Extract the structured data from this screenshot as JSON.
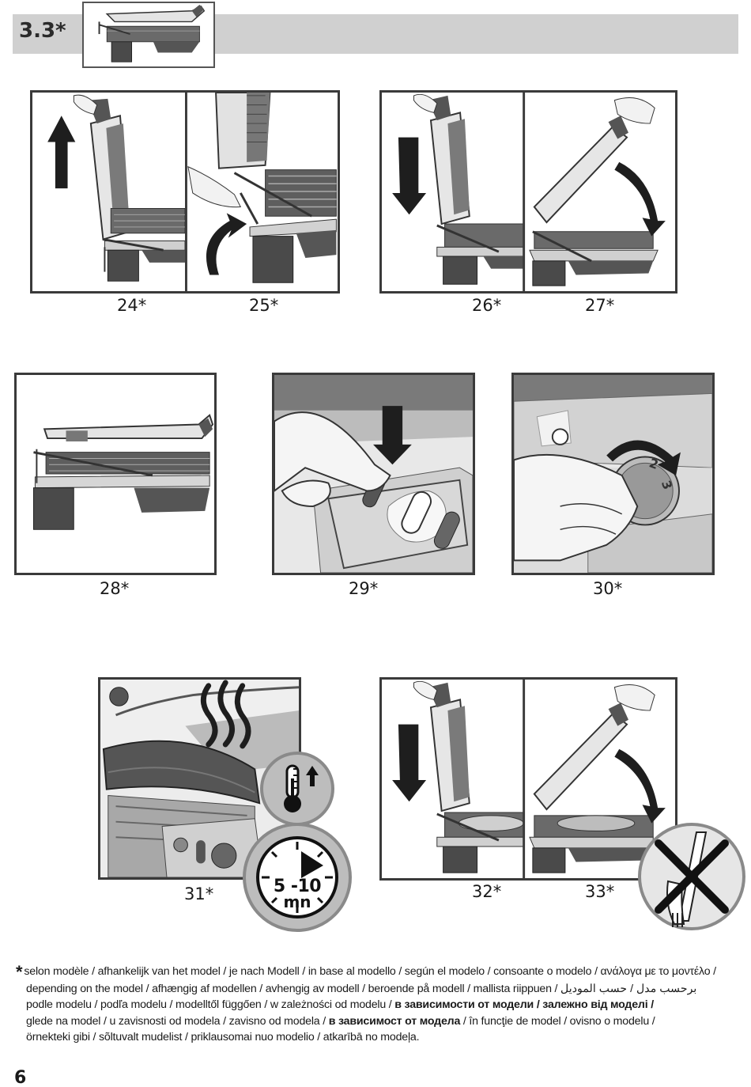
{
  "section": {
    "number": "3.3*"
  },
  "figures": [
    {
      "id": "24",
      "label": "24*"
    },
    {
      "id": "25",
      "label": "25*"
    },
    {
      "id": "26",
      "label": "26*"
    },
    {
      "id": "27",
      "label": "27*"
    },
    {
      "id": "28",
      "label": "28*"
    },
    {
      "id": "29",
      "label": "29*"
    },
    {
      "id": "30",
      "label": "30*"
    },
    {
      "id": "31",
      "label": "31*"
    },
    {
      "id": "32",
      "label": "32*"
    },
    {
      "id": "33",
      "label": "33*"
    }
  ],
  "dial_labels": [
    "2",
    "3"
  ],
  "timer": {
    "value": "5 -10",
    "unit": "mn"
  },
  "footnote": {
    "star": "*",
    "line1": "selon modèle / afhankelijk van het model / je nach Modell / in base al modello / según el modelo / consoante o modelo / ανάλογα με το μοντέλο /",
    "line2": "depending on the model / afhængig af modellen / avhengig av modell / beroende på modell / mallista riippuen / برحسب مدل / حسب الموديل",
    "line3a": "podle modelu / podľa modelu / modelltől függően / w zależności od modelu / ",
    "line3b": "в зависимости от модели / залежно від моделі /",
    "line4a": "glede na model / u zavisnosti od modela / zavisno od modela / ",
    "line4b": "в зависимост от модела",
    "line4c": " / în funcţie de model / ovisno o modelu /",
    "line5": "örnekteki gibi / sõltuvalt mudelist / priklausomai nuo modelio / atkarībā no modeļa."
  },
  "page_number": "6",
  "colors": {
    "header": "#d0d0d0",
    "frame": "#3a3a3a",
    "dark": "#3d3d3d",
    "mid": "#8a8a8a",
    "light": "#d6d6d6"
  },
  "icons": [
    "up-arrow-icon",
    "down-arrow-icon",
    "curved-arrow-icon",
    "thermometer-icon",
    "timer-icon",
    "no-metal-utensils-icon",
    "steam-icon"
  ]
}
